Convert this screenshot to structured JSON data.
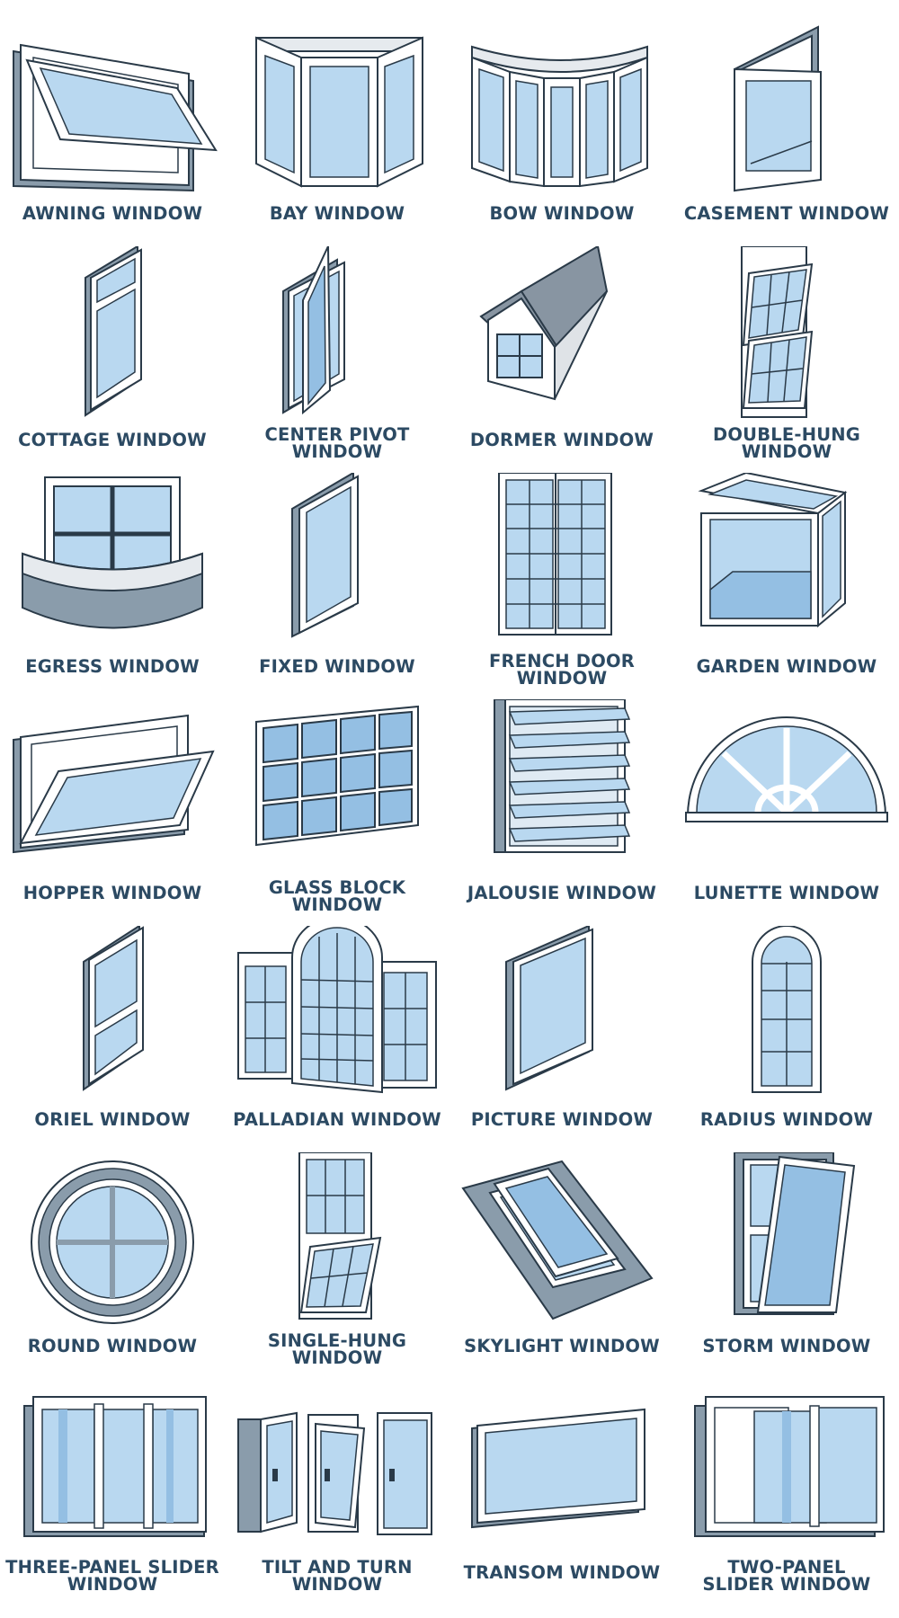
{
  "colors": {
    "glass": "#b9d8f0",
    "glass_dark": "#94bfe3",
    "frame": "#ffffff",
    "frame_side": "#8a9cab",
    "outline": "#2a3a48",
    "roof": "#8895a2",
    "label": "#2c4a63"
  },
  "windows": [
    {
      "label": "AWNING WINDOW",
      "icon": "awning-window-icon"
    },
    {
      "label": "BAY WINDOW",
      "icon": "bay-window-icon"
    },
    {
      "label": "BOW WINDOW",
      "icon": "bow-window-icon"
    },
    {
      "label": "CASEMENT WINDOW",
      "icon": "casement-window-icon"
    },
    {
      "label": "COTTAGE WINDOW",
      "icon": "cottage-window-icon"
    },
    {
      "label": "CENTER PIVOT\nWINDOW",
      "icon": "center-pivot-window-icon"
    },
    {
      "label": "DORMER WINDOW",
      "icon": "dormer-window-icon"
    },
    {
      "label": "DOUBLE-HUNG\nWINDOW",
      "icon": "double-hung-window-icon"
    },
    {
      "label": "EGRESS WINDOW",
      "icon": "egress-window-icon"
    },
    {
      "label": "FIXED WINDOW",
      "icon": "fixed-window-icon"
    },
    {
      "label": "FRENCH DOOR\nWINDOW",
      "icon": "french-door-window-icon"
    },
    {
      "label": "GARDEN WINDOW",
      "icon": "garden-window-icon"
    },
    {
      "label": "HOPPER WINDOW",
      "icon": "hopper-window-icon"
    },
    {
      "label": "GLASS BLOCK\nWINDOW",
      "icon": "glass-block-window-icon"
    },
    {
      "label": "JALOUSIE WINDOW",
      "icon": "jalousie-window-icon"
    },
    {
      "label": "LUNETTE WINDOW",
      "icon": "lunette-window-icon"
    },
    {
      "label": "ORIEL WINDOW",
      "icon": "oriel-window-icon"
    },
    {
      "label": "PALLADIAN WINDOW",
      "icon": "palladian-window-icon"
    },
    {
      "label": "PICTURE WINDOW",
      "icon": "picture-window-icon"
    },
    {
      "label": "RADIUS WINDOW",
      "icon": "radius-window-icon"
    },
    {
      "label": "ROUND WINDOW",
      "icon": "round-window-icon"
    },
    {
      "label": "SINGLE-HUNG\nWINDOW",
      "icon": "single-hung-window-icon"
    },
    {
      "label": "SKYLIGHT WINDOW",
      "icon": "skylight-window-icon"
    },
    {
      "label": "STORM WINDOW",
      "icon": "storm-window-icon"
    },
    {
      "label": "THREE-PANEL SLIDER\nWINDOW",
      "icon": "three-panel-slider-window-icon"
    },
    {
      "label": "TILT AND TURN\nWINDOW",
      "icon": "tilt-and-turn-window-icon"
    },
    {
      "label": "TRANSOM WINDOW",
      "icon": "transom-window-icon"
    },
    {
      "label": "TWO-PANEL\nSLIDER WINDOW",
      "icon": "two-panel-slider-window-icon"
    }
  ]
}
